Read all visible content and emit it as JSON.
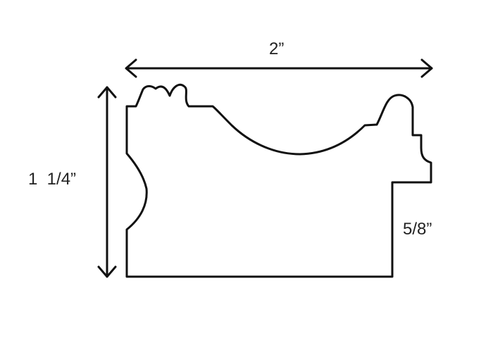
{
  "diagram": {
    "type": "frame-moulding-profile",
    "stroke_color": "#111111",
    "background_color": "#ffffff",
    "dimensions": {
      "width": "2”",
      "height": "1  1/4”",
      "rabbet_depth": "5/8”"
    }
  }
}
